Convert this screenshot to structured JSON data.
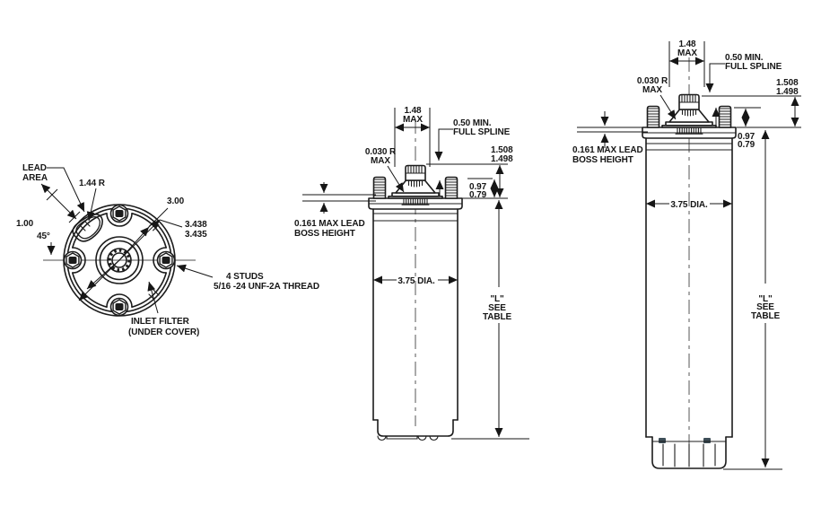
{
  "colors": {
    "ink": "#1c1c1c",
    "background": "#ffffff",
    "cap_tab": "#3d4e57"
  },
  "end_view": {
    "lead_area": [
      "LEAD",
      "AREA"
    ],
    "lead_radius": "1.44 R",
    "bolt_circle_dia": "3.00",
    "pilot_dia": [
      "3.438",
      "3.435"
    ],
    "lead_offset": "1.00",
    "lead_angle": "45°",
    "studs_note": [
      "4 STUDS",
      "5/16 -24 UNF-2A THREAD"
    ],
    "inlet_note": [
      "INLET FILTER",
      "(UNDER COVER)"
    ]
  },
  "side_dims": {
    "spline_width": [
      "1.48",
      "MAX"
    ],
    "full_spline": [
      "0.50 MIN.",
      "FULL SPLINE"
    ],
    "fillet": [
      "0.030 R",
      "MAX"
    ],
    "shaft_height": [
      "1.508",
      "1.498"
    ],
    "spline_length": [
      "0.97",
      "0.79"
    ],
    "lead_boss": [
      "0.161 MAX LEAD",
      "BOSS HEIGHT"
    ],
    "body_dia": "3.75 DIA.",
    "length": [
      "\"L\"",
      "SEE",
      "TABLE"
    ]
  }
}
